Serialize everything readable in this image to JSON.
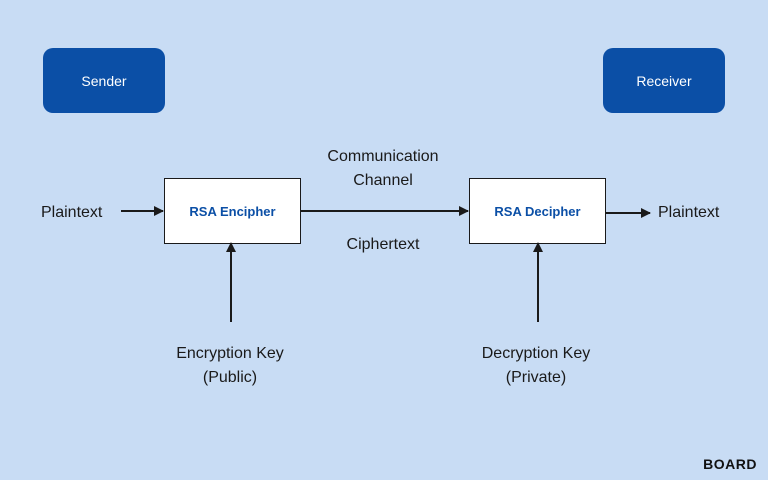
{
  "roles": {
    "sender": "Sender",
    "receiver": "Receiver"
  },
  "processes": {
    "encipher": "RSA Encipher",
    "decipher": "RSA Decipher"
  },
  "labels": {
    "plaintext_in": "Plaintext",
    "plaintext_out": "Plaintext",
    "channel_line1": "Communication",
    "channel_line2": "Channel",
    "ciphertext": "Ciphertext",
    "enc_key_line1": "Encryption Key",
    "enc_key_line2": "(Public)",
    "dec_key_line1": "Decryption Key",
    "dec_key_line2": "(Private)"
  },
  "brand": {
    "logo_text": "BOARD"
  },
  "colors": {
    "background": "#c8dcf4",
    "accent": "#0b4fa6",
    "line": "#1a1a1a"
  }
}
